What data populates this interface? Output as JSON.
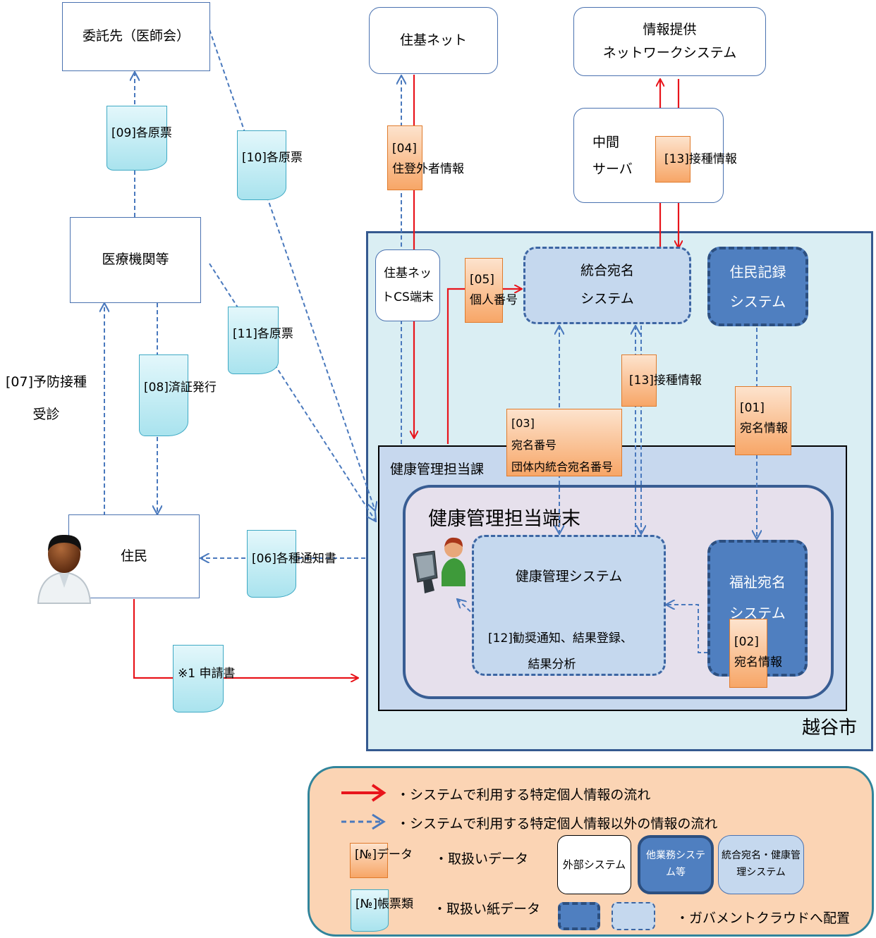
{
  "external": {
    "ishikai": "委託先（医師会）",
    "juki_net": "住基ネット",
    "joho_teikyo_line1": "情報提供",
    "joho_teikyo_line2": "ネットワークシステム",
    "chukan_line1": "中間",
    "chukan_line2": "サーバ",
    "iryo_kikan": "医療機関等",
    "jumin": "住民"
  },
  "city": {
    "name": "越谷市",
    "cs_terminal_line1": "住基ネッ",
    "cs_terminal_line2": "トCS端末",
    "togo_atena_line1": "統合宛名",
    "togo_atena_line2": "システム",
    "jumin_kiroku_line1": "住民記録",
    "jumin_kiroku_line2": "システム",
    "section": "健康管理担当課",
    "terminal": "健康管理担当端末",
    "kenko_system": "健康管理システム",
    "fukushi_line1": "福祉宛名",
    "fukushi_line2": "システム",
    "task_line1": "[12]勧奨通知、結果登録、",
    "task_line2": "結果分析"
  },
  "documents": {
    "d01_line1": "[01]",
    "d01_line2": "宛名情報",
    "d02_line1": "[02]",
    "d02_line2": "宛名情報",
    "d03_line1": "[03]",
    "d03_line2": "宛名番号",
    "d03_line3": "団体内統合宛名番号",
    "d04_line1": "[04]",
    "d04_line2": "住登外者情報",
    "d05_line1": "[05]",
    "d05_line2": "個人番号",
    "d06": "[06]各種通知書",
    "d07_line1": "[07]予防接種",
    "d07_line2": "受診",
    "d08": "[08]済証発行",
    "d09": "[09]各原票",
    "d10": "[10]各原票",
    "d11": "[11]各原票",
    "d13a": "[13]接種情報",
    "d13b": "[13]接種情報",
    "note1": "※1 申請書"
  },
  "legend": {
    "red_flow": "・システムで利用する特定個人情報の流れ",
    "blue_flow": "・システムで利用する特定個人情報以外の情報の流れ",
    "data_sample": "[№]データ",
    "data_desc": "・取扱いデータ",
    "paper_sample": "[№]帳票類",
    "paper_desc": "・取扱い紙データ",
    "external_system": "外部システム",
    "other_system": "他業務システム等",
    "togo_kenko": "統合宛名・健康管理システム",
    "cloud": "・ガバメントクラウドへ配置"
  },
  "colors": {
    "red_flow": "#e8141b",
    "blue_flow": "#4a79bd",
    "city_bg": "#daeef3",
    "city_border": "#34598f",
    "section_bg": "#c7d8ee",
    "terminal_bg": "#e6e0ec",
    "legend_bg": "#fbd4b4",
    "legend_border": "#31849b"
  }
}
